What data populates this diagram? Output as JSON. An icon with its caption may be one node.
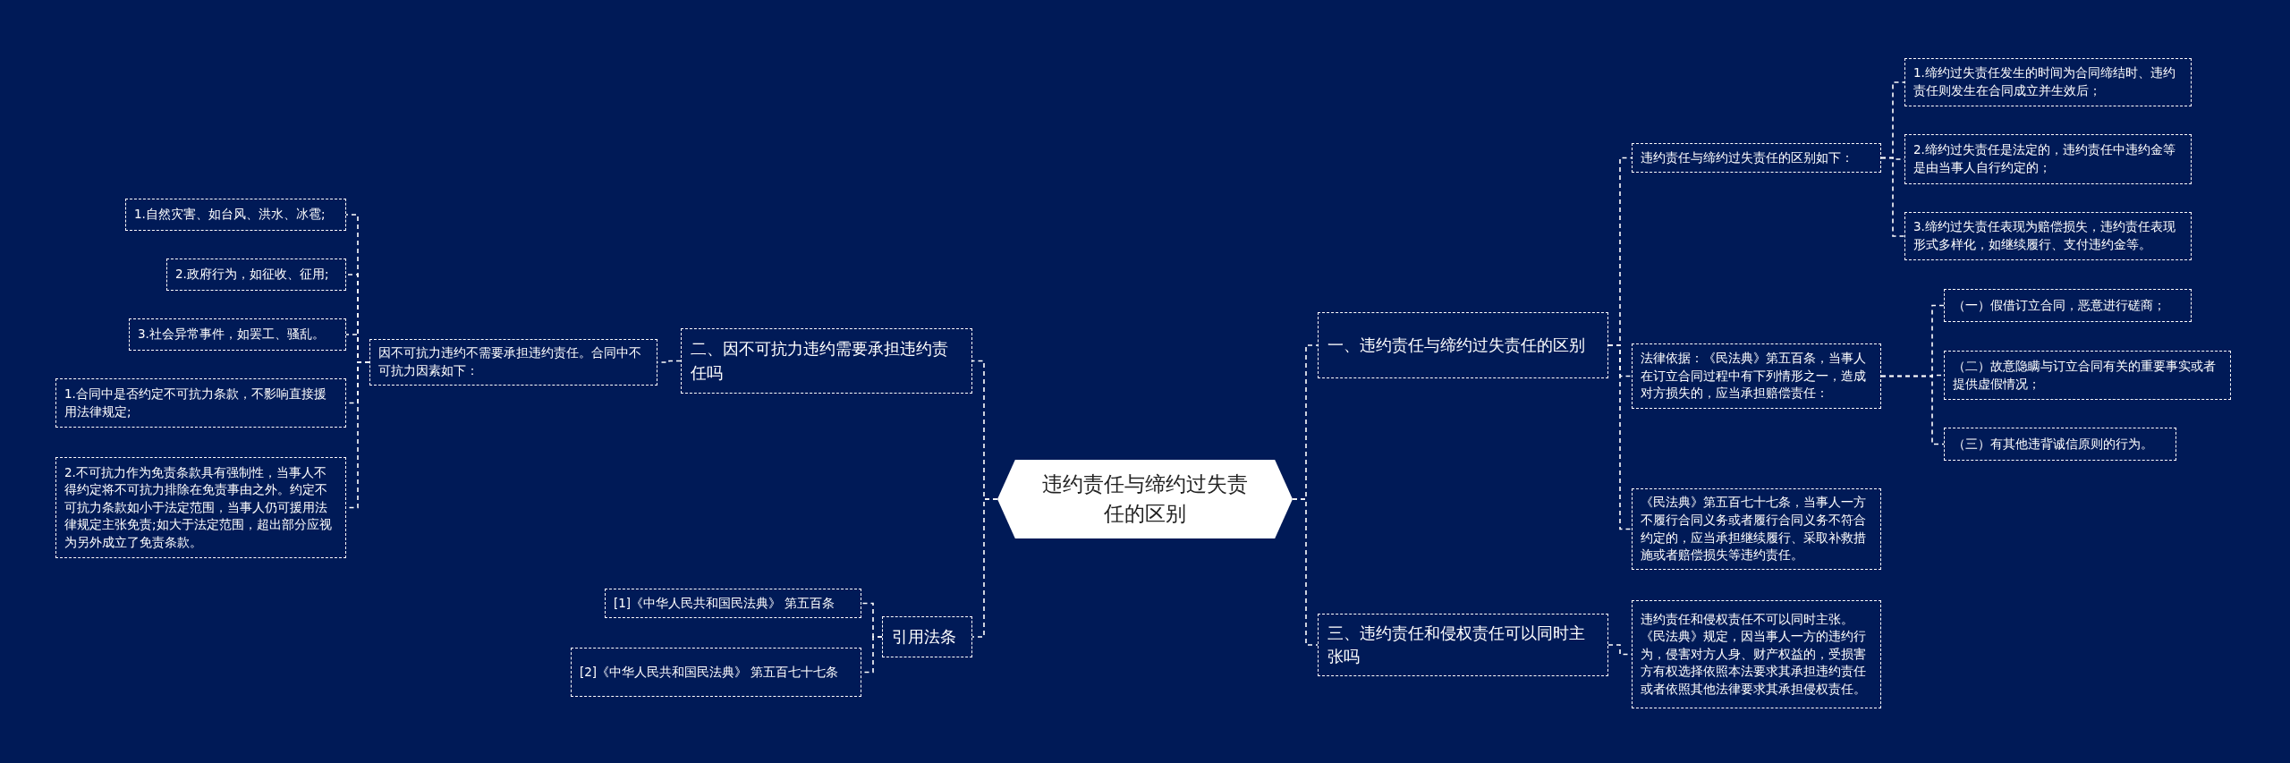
{
  "diagram": {
    "nodes": [
      {
        "text": [
          "违约责任与缔约过失责任的区别"
        ]
      },
      {
        "text": [
          "一、违约责任与缔约过失责任的区别"
        ]
      },
      {
        "text": [
          "违约责任与缔约过失责任的区别如下："
        ]
      },
      {
        "text": [
          "1.缔约过失责任发生的时间为合同缔结时、违约责任则发生在合同成立并生效后；"
        ]
      },
      {
        "text": [
          "2.缔约过失责任是法定的，违约责任中违约金等是由当事人自行约定的；"
        ]
      },
      {
        "text": [
          "3.缔约过失责任表现为赔偿损失，违约责任表现形式多样化，如继续履行、支付违约金等。"
        ]
      },
      {
        "text": [
          "法律依据：《民法典》第五百条，当事人在订立合同过程中有下列情形之一，造成对方损失的，应当承担赔偿责任："
        ]
      },
      {
        "text": [
          "（一）假借订立合同，恶意进行磋商；"
        ]
      },
      {
        "text": [
          "（二）故意隐瞒与订立合同有关的重要事实或者提供虚假情况；"
        ]
      },
      {
        "text": [
          "（三）有其他违背诚信原则的行为。"
        ]
      },
      {
        "text": [
          "《民法典》第五百七十七条，当事人一方不履行合同义务或者履行合同义务不符合约定的，应当承担继续履行、采取补救措施或者赔偿损失等违约责任。"
        ]
      },
      {
        "text": [
          "三、违约责任和侵权责任可以同时主张吗"
        ]
      },
      {
        "text": [
          "违约责任和侵权责任不可以同时主张。《民法典》规定，因当事人一方的违约行为，侵害对方人身、财产权益的，受损害方有权选择依照本法要求其承担违约责任或者依照其他法律要求其承担侵权责任。"
        ]
      },
      {
        "text": [
          "二、因不可抗力违约需要承担违约责任吗"
        ]
      },
      {
        "text": [
          "因不可抗力违约不需要承担违约责任。合同中不可抗力因素如下："
        ]
      },
      {
        "text": [
          "1.自然灾害、如台风、洪水、冰雹;"
        ]
      },
      {
        "text": [
          "2.政府行为，如征收、征用;"
        ]
      },
      {
        "text": [
          "3.社会异常事件，如罢工、骚乱。"
        ]
      },
      {
        "text": [
          "1.合同中是否约定不可抗力条款，不影响直接援用法律规定;"
        ]
      },
      {
        "text": [
          "2.不可抗力作为免责条款具有强制性，当事人不得约定将不可抗力排除在免责事由之外。约定不可抗力条款如小于法定范围，当事人仍可援用法律规定主张免责;如大于法定范围，超出部分应视为另外成立了免责条款。"
        ]
      },
      {
        "text": [
          "引用法条"
        ]
      },
      {
        "text": [
          "[1]《中华人民共和国民法典》 第五百条"
        ]
      },
      {
        "text": [
          "[2]《中华人民共和国民法典》 第五百七十七条"
        ]
      }
    ],
    "edges": [
      {
        "from": 0,
        "to": 1,
        "arrow": "none",
        "style": "dashed"
      },
      {
        "from": 1,
        "to": 2,
        "arrow": "none",
        "style": "dashed"
      },
      {
        "from": 2,
        "to": 3,
        "arrow": "none",
        "style": "dashed"
      },
      {
        "from": 2,
        "to": 4,
        "arrow": "none",
        "style": "dashed"
      },
      {
        "from": 2,
        "to": 5,
        "arrow": "none",
        "style": "dashed"
      },
      {
        "from": 1,
        "to": 6,
        "arrow": "none",
        "style": "dashed"
      },
      {
        "from": 6,
        "to": 7,
        "arrow": "none",
        "style": "dashed"
      },
      {
        "from": 6,
        "to": 8,
        "arrow": "none",
        "style": "dashed"
      },
      {
        "from": 6,
        "to": 9,
        "arrow": "none",
        "style": "dashed"
      },
      {
        "from": 1,
        "to": 10,
        "arrow": "none",
        "style": "dashed"
      },
      {
        "from": 0,
        "to": 11,
        "arrow": "none",
        "style": "dashed"
      },
      {
        "from": 11,
        "to": 12,
        "arrow": "none",
        "style": "dashed"
      },
      {
        "from": 0,
        "to": 13,
        "arrow": "none",
        "style": "dashed"
      },
      {
        "from": 13,
        "to": 14,
        "arrow": "none",
        "style": "dashed"
      },
      {
        "from": 14,
        "to": 15,
        "arrow": "none",
        "style": "dashed"
      },
      {
        "from": 14,
        "to": 16,
        "arrow": "none",
        "style": "dashed"
      },
      {
        "from": 14,
        "to": 17,
        "arrow": "none",
        "style": "dashed"
      },
      {
        "from": 14,
        "to": 18,
        "arrow": "none",
        "style": "dashed"
      },
      {
        "from": 14,
        "to": 19,
        "arrow": "none",
        "style": "dashed"
      },
      {
        "from": 0,
        "to": 20,
        "arrow": "none",
        "style": "dashed"
      },
      {
        "from": 20,
        "to": 21,
        "arrow": "none",
        "style": "dashed"
      },
      {
        "from": 20,
        "to": 22,
        "arrow": "none",
        "style": "dashed"
      }
    ]
  }
}
